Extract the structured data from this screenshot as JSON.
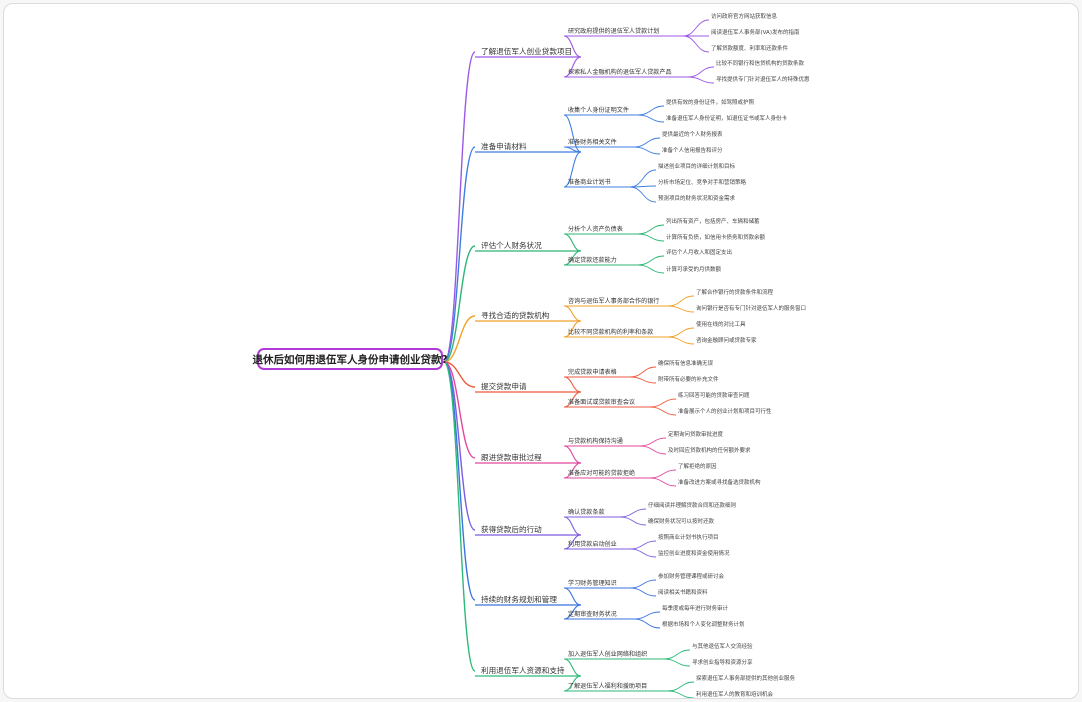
{
  "root": "退休后如何用退伍军人身份申请创业贷款?",
  "branches": [
    {
      "label": "了解退伍军人创业贷款项目",
      "color": "#9b59e6",
      "children": [
        {
          "label": "研究政府提供的退伍军人贷款计划",
          "children": [
            "访问政府官方网站获取信息",
            "阅读退伍军人事务部(VA)发布的指南",
            "了解贷款额度、利率和还款条件"
          ]
        },
        {
          "label": "探索私人金融机构的退伍军人贷款产品",
          "children": [
            "比较不同银行和信贷机构的贷款条款",
            "寻找提供专门针对退伍军人的特殊优惠"
          ]
        }
      ]
    },
    {
      "label": "准备申请材料",
      "color": "#3d7fe0",
      "children": [
        {
          "label": "收集个人身份证明文件",
          "children": [
            "提供有效的身份证件，如驾照或护照",
            "准备退伍军人身份证明，如退伍证书或军人身份卡"
          ]
        },
        {
          "label": "准备财务相关文件",
          "children": [
            "提供最近的个人财务报表",
            "准备个人信用报告和评分"
          ]
        },
        {
          "label": "准备商业计划书",
          "children": [
            "描述创业项目的详细计划和目标",
            "分析市场定位、竞争对手和营销策略",
            "预测项目的财务状况和资金需求"
          ]
        }
      ]
    },
    {
      "label": "评估个人财务状况",
      "color": "#2bb573",
      "children": [
        {
          "label": "分析个人资产负债表",
          "children": [
            "列出所有资产，包括房产、车辆和储蓄",
            "计算所有负债，如信用卡债务和贷款余额"
          ]
        },
        {
          "label": "确定贷款还款能力",
          "children": [
            "评估个人月收入和固定支出",
            "计算可承受的月供数额"
          ]
        }
      ]
    },
    {
      "label": "寻找合适的贷款机构",
      "color": "#f0a12a",
      "children": [
        {
          "label": "咨询与退伍军人事务部合作的银行",
          "children": [
            "了解合作银行的贷款条件和流程",
            "询问银行是否有专门针对退伍军人的服务窗口"
          ]
        },
        {
          "label": "比较不同贷款机构的利率和条款",
          "children": [
            "使用在线的对比工具",
            "咨询金融顾问或贷款专家"
          ]
        }
      ]
    },
    {
      "label": "提交贷款申请",
      "color": "#ee5a3c",
      "children": [
        {
          "label": "完成贷款申请表格",
          "children": [
            "确保所有信息准确无误",
            "附带所有必要的补充文件"
          ]
        },
        {
          "label": "准备面试或贷款审查会议",
          "children": [
            "练习回答可能的贷款审查问题",
            "准备展示个人的创业计划和项目可行性"
          ]
        }
      ]
    },
    {
      "label": "跟进贷款审批过程",
      "color": "#e2479a",
      "children": [
        {
          "label": "与贷款机构保持沟通",
          "children": [
            "定期询问贷款审批进度",
            "及时回应贷款机构的任何额外要求"
          ]
        },
        {
          "label": "准备应对可能的贷款拒绝",
          "children": [
            "了解拒绝的原因",
            "准备改进方案或寻找备选贷款机构"
          ]
        }
      ]
    },
    {
      "label": "获得贷款后的行动",
      "color": "#7c5ce0",
      "children": [
        {
          "label": "确认贷款条款",
          "children": [
            "仔细阅读并理解贷款合同和还款细则",
            "确保财务状况可以按时还款"
          ]
        },
        {
          "label": "利用贷款启动创业",
          "children": [
            "按照商业计划书执行项目",
            "监控创业进度和资金使用情况"
          ]
        }
      ]
    },
    {
      "label": "持续的财务规划和管理",
      "color": "#3a74e0",
      "children": [
        {
          "label": "学习财务管理知识",
          "children": [
            "参加财务管理课程或研讨会",
            "阅读相关书籍和资料"
          ]
        },
        {
          "label": "定期审查财务状况",
          "children": [
            "每季度或每年进行财务审计",
            "根据市场和个人变化调整财务计划"
          ]
        }
      ]
    },
    {
      "label": "利用退伍军人资源和支持",
      "color": "#2cba7a",
      "children": [
        {
          "label": "加入退伍军人创业网络和组织",
          "children": [
            "与其他退伍军人交流经验",
            "寻求创业指导和资源分享"
          ]
        },
        {
          "label": "了解退伍军人福利和援助项目",
          "children": [
            "探索退伍军人事务部提供的其他创业服务",
            "利用退伍军人的教育和培训机会"
          ]
        }
      ]
    }
  ]
}
